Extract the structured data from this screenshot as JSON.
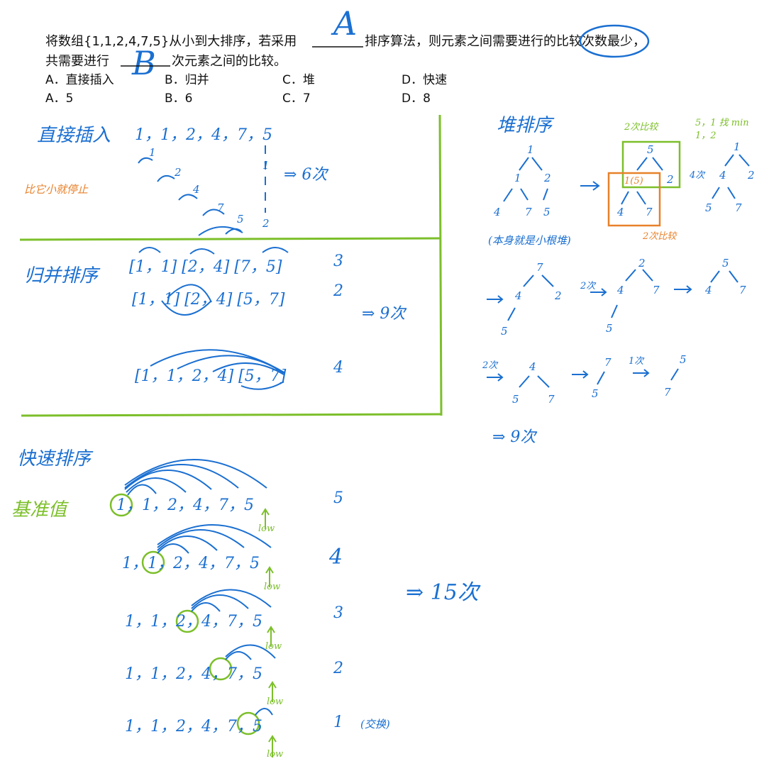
{
  "question": {
    "line1_a": "将数组{1,1,2,4,7,5}从小到大排序，若采用",
    "line1_b": "排序算法，则元素之间需要进行的比较次数最少，",
    "line2_a": "共需要进行",
    "line2_b": "次元素之间的比较。",
    "blank1_mark": "A",
    "blank2_mark": "B",
    "options1": [
      "A．直接插入",
      "B．归并",
      "C．堆",
      "D．快速"
    ],
    "options2": [
      "A．5",
      "B．6",
      "C．7",
      "D．8"
    ]
  },
  "insertion": {
    "title": "直接插入",
    "sequence": "1，1，2，4，7，5",
    "note": "比它小就停止",
    "steps": [
      "1",
      "2",
      "4",
      "7",
      "5",
      "2"
    ],
    "bar_mark": "1",
    "result": "⇒ 6次"
  },
  "merge": {
    "title": "归并排序",
    "row1": "[1，1] [2，4]  [7，5]",
    "row1_count": "3",
    "row2": "[1，1] [2，4]  [5，7]",
    "row2_count": "2",
    "row3": "[1，1，2，4] [5，7]",
    "row3_count": "4",
    "result": "⇒ 9次"
  },
  "heap": {
    "title": "堆排序",
    "green_note": "2次比较",
    "green_note2": "5，1 找 min",
    "green_note3": "1，2",
    "tree1": [
      "1",
      "1",
      "2",
      "4",
      "7",
      "5"
    ],
    "tree2": [
      "5",
      "1(5)",
      "2",
      "4",
      "7"
    ],
    "tree3": [
      "1",
      "4",
      "2",
      "5",
      "7"
    ],
    "four_label": "4次",
    "orange_note": "2次比较",
    "remark": "(本身就是小根堆)",
    "row2_trees": [
      [
        "7",
        "4",
        "2",
        "5"
      ],
      [
        "2",
        "4",
        "7",
        "5"
      ],
      [
        "5",
        "4",
        "7"
      ]
    ],
    "row2_label": "2次",
    "row3_trees": [
      [
        "4",
        "5",
        "7"
      ],
      [
        "7",
        "5"
      ],
      [
        "5",
        "7"
      ]
    ],
    "row3_label_a": "2次",
    "row3_label_b": "1次",
    "result": "⇒ 9次"
  },
  "quick": {
    "title": "快速排序",
    "pivot_label": "基准值",
    "rows": [
      {
        "seq": "1，1，2，4，7，5",
        "count": "5"
      },
      {
        "seq": "1，1，2，4，7，5",
        "count": "4"
      },
      {
        "seq": "1，1，2，4，7，5",
        "count": "3"
      },
      {
        "seq": "1，1，2，4，7，5",
        "count": "2"
      },
      {
        "seq": "1，1，2，4，7，5",
        "count": "1"
      }
    ],
    "last_note": "(交换)",
    "low_label": "low",
    "result": "⇒ 15次"
  }
}
